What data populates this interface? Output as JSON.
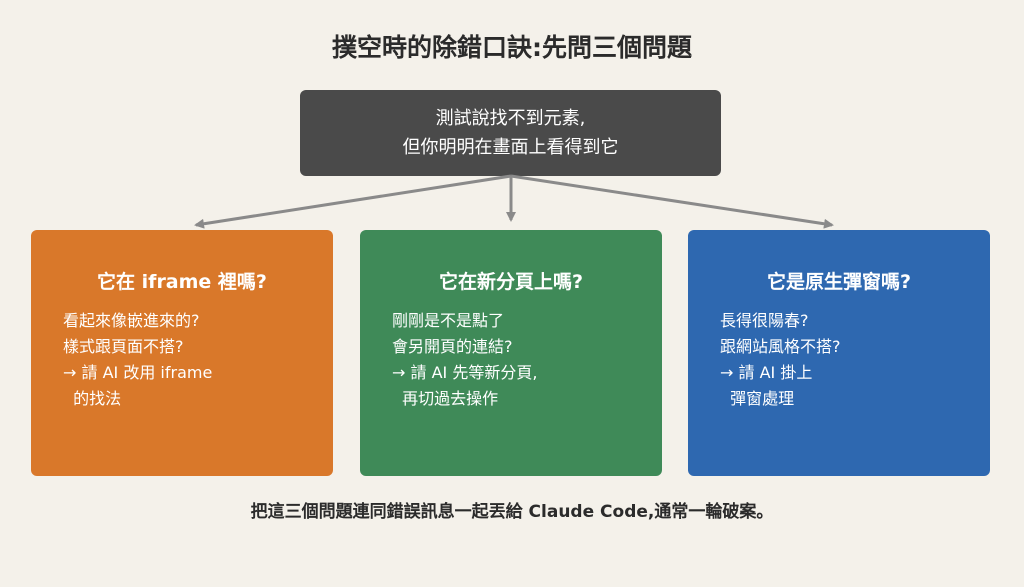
{
  "title": "撲空時的除錯口訣:先問三個問題",
  "root": {
    "line1": "測試說找不到元素,",
    "line2": "但你明明在畫面上看得到它"
  },
  "cards": [
    {
      "title": "它在 iframe 裡嗎?",
      "lines": [
        "看起來像嵌進來的?",
        "樣式跟頁面不搭?",
        "→ 請 AI 改用 iframe",
        "  的找法"
      ]
    },
    {
      "title": "它在新分頁上嗎?",
      "lines": [
        "剛剛是不是點了",
        "會另開頁的連結?",
        "→ 請 AI 先等新分頁,",
        "  再切過去操作"
      ]
    },
    {
      "title": "它是原生彈窗嗎?",
      "lines": [
        "長得很陽春?",
        "跟網站風格不搭?",
        "→ 請 AI 掛上",
        "  彈窗處理"
      ]
    }
  ],
  "footer": "把這三個問題連同錯誤訊息一起丟給 Claude Code,通常一輪破案。",
  "colors": {
    "background": "#f4f1ea",
    "root": "#4a4a4a",
    "card_orange": "#d9782a",
    "card_green": "#3f8a58",
    "card_blue": "#2e68b0",
    "arrow": "#8a8a8a"
  }
}
